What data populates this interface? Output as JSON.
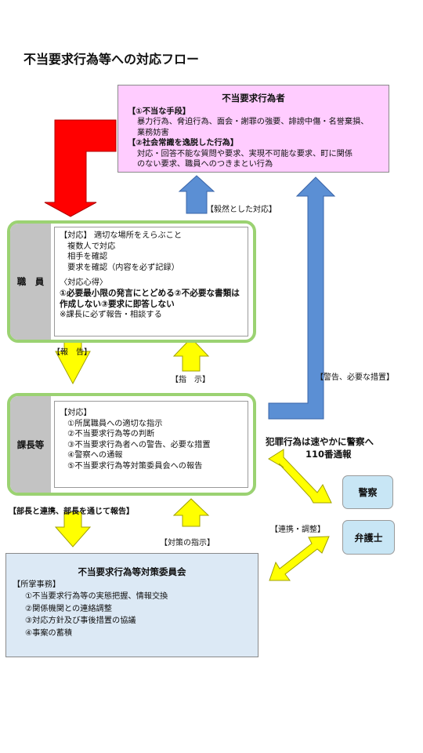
{
  "title": "不当要求行為等への対応フロー",
  "top_box": {
    "heading": "不当要求行為者",
    "section1_head": "【①不当な手段】",
    "section1_lines": [
      "暴力行為、脅迫行為、面会・謝罪の強要、誹謗中傷・名誉棄損、",
      "業務妨害"
    ],
    "section2_head": "【②社会常識を逸脱した行為】",
    "section2_lines": [
      "対応・回答不能な質問や要求、実現不可能な要求、町に関係",
      "のない要求、職員へのつきまとい行為"
    ]
  },
  "staff_box": {
    "side_label": "職　員",
    "lines": [
      "【対応】 適切な場所をえらぶこと",
      "　複数人で対応",
      "　相手を確認",
      "　要求を確認（内容を必ず記録）",
      "",
      "〈対応心得〉"
    ],
    "bold_lines": [
      "①必要最小限の発言にとどめる②不必要な書類は",
      "作成しない③要求に即答しない"
    ],
    "note": "※課長に必ず報告・相談する"
  },
  "chief_box": {
    "side_label": "課長等",
    "lines": [
      "【対応】",
      "　①所属職員への適切な指示",
      "　②不当要求行為等の判断",
      "　③不当要求行為者への警告、必要な措置",
      "　④警察への通報",
      "　⑤不当要求行為等対策委員会への報告"
    ]
  },
  "committee_box": {
    "heading": "不当要求行為等対策委員会",
    "duties_head": "【所掌事務】",
    "lines": [
      "①不当要求行為等の実態把握、情報交換",
      "②関係機関との連絡調整",
      "③対応方針及び事後措置の協議",
      "④事案の蓄積"
    ]
  },
  "labels": {
    "resolute": "【毅然とした対応】",
    "report": "【報　告】",
    "instruct": "【指　示】",
    "warning": "【警告、必要な措置】",
    "crime_line1": "犯罪行為は速やかに警察へ",
    "crime_line2": "110番通報",
    "dept_report": "【部長と連携、部長を通じて報告】",
    "measure_instruct": "【対策の指示】",
    "coordination": "【連携・調整】"
  },
  "police": "警察",
  "lawyer": "弁護士",
  "colors": {
    "top_fill": "#ffccff",
    "green_border": "#9bd272",
    "red_arrow": "#ff0000",
    "blue_arrow": "#5b8fd4",
    "yellow_arrow": "#ffff00",
    "committee_fill": "#dce9f5",
    "pill_fill": "#c8e6f5"
  }
}
